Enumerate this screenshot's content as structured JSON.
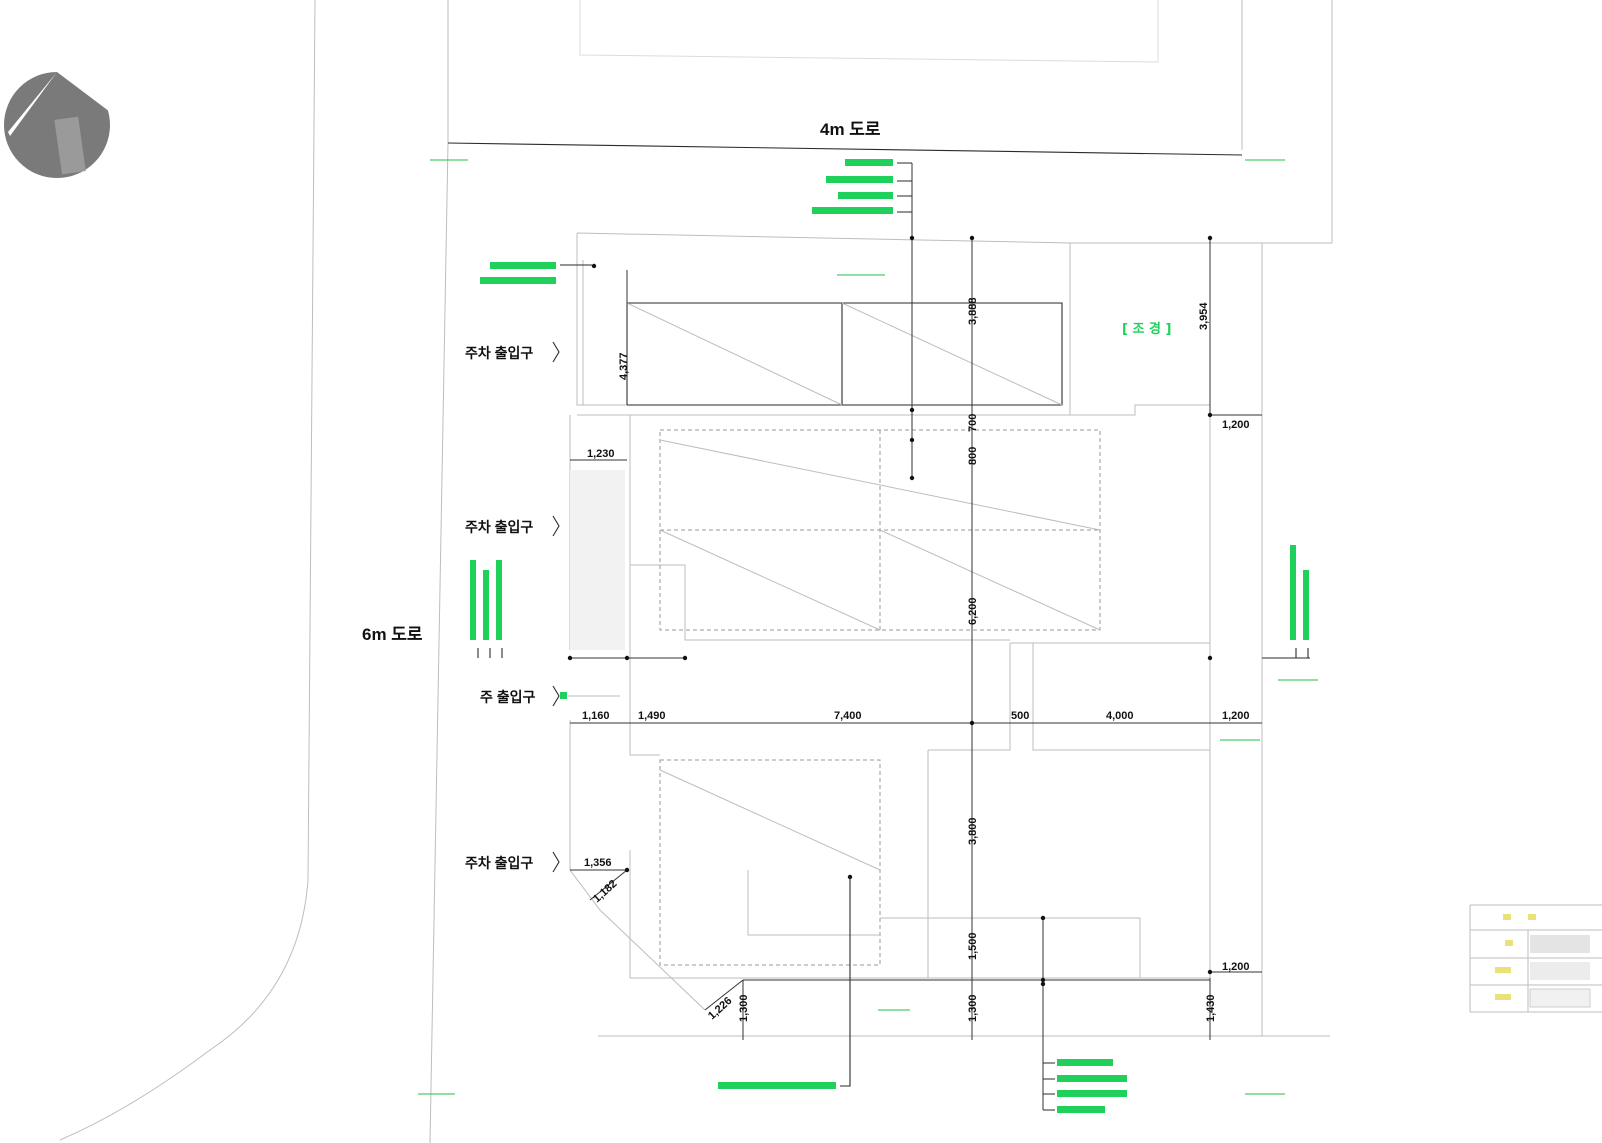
{
  "roads": {
    "north": "4m 도로",
    "west": "6m 도로"
  },
  "entrances": {
    "parking_1": "주차 출입구",
    "parking_2": "주차 출입구",
    "main": "주 출입구",
    "parking_3": "주차 출입구"
  },
  "landscape_label": "[ 조 경 ]",
  "dimensions": {
    "d_3888": "3,888",
    "d_3954": "3,954",
    "d_4377": "4,377",
    "d_700": "700",
    "d_800": "800",
    "d_1230": "1,230",
    "d_1200_top": "1,200",
    "d_6200": "6,200",
    "d_1160": "1,160",
    "d_1490": "1,490",
    "d_7400": "7,400",
    "d_500": "500",
    "d_4000": "4,000",
    "d_1200_mid": "1,200",
    "d_3800": "3,800",
    "d_1356": "1,356",
    "d_1182": "1,182",
    "d_1500": "1,500",
    "d_1200_bot": "1,200",
    "d_1226": "1,226",
    "d_1300_a": "1,300",
    "d_1300_b": "1,300",
    "d_1430": "1,430"
  },
  "colors": {
    "annotation": "#1fd15a",
    "line": "#2a2a2a"
  }
}
